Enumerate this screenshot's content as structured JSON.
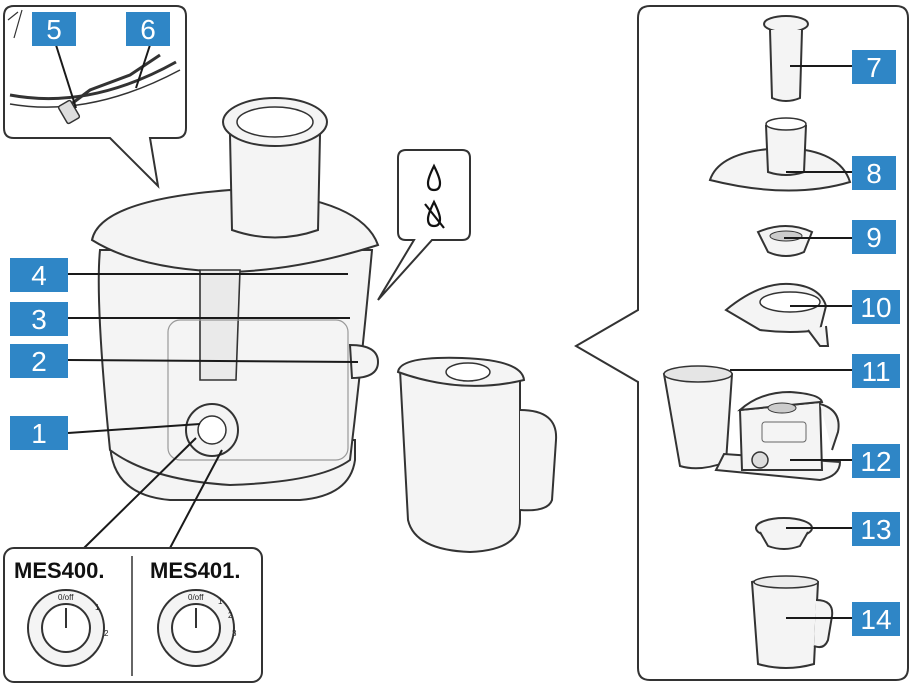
{
  "callouts": [
    "1",
    "2",
    "3",
    "4",
    "5",
    "6",
    "7",
    "8",
    "9",
    "10",
    "11",
    "12",
    "13",
    "14"
  ],
  "models": {
    "left": {
      "name": "MES400.",
      "dial_labels": [
        "0/off",
        "1",
        "2"
      ]
    },
    "right": {
      "name": "MES401.",
      "dial_labels": [
        "0/off",
        "1",
        "2",
        "3"
      ]
    }
  },
  "icons": [
    "water-drop-icon",
    "no-water-drop-icon"
  ],
  "colors": {
    "callout_fill": "#2f86c6",
    "callout_text": "#ffffff"
  }
}
